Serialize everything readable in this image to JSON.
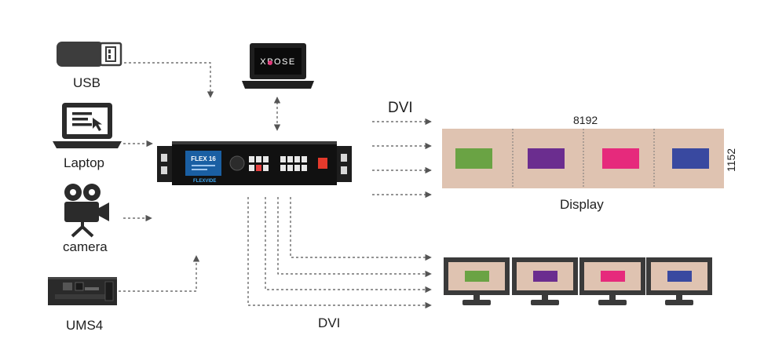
{
  "sources": {
    "usb_label": "USB",
    "laptop_label": "Laptop",
    "camera_label": "camera",
    "ums4_label": "UMS4"
  },
  "control_pc": {
    "screen_text": "XPOSE"
  },
  "processor": {
    "model_text": "FLEX 16",
    "brand_text": "FLEXVIDE"
  },
  "outputs": {
    "dvi_top_label": "DVI",
    "dvi_bottom_label": "DVI"
  },
  "led_display": {
    "width_label": "8192",
    "height_label": "1152",
    "caption": "Display",
    "segments": 4,
    "background_color": "#dfc3b1",
    "block_colors": [
      "#6aa344",
      "#6b2d8f",
      "#e62a7c",
      "#3949a0"
    ]
  },
  "monitors": {
    "count": 4,
    "bezel_color": "#3a3a3a",
    "screen_color": "#dfc3b1",
    "block_colors": [
      "#6aa344",
      "#6b2d8f",
      "#e62a7c",
      "#3949a0"
    ]
  },
  "colors": {
    "line": "#555555",
    "device": "#2b2b2b"
  }
}
